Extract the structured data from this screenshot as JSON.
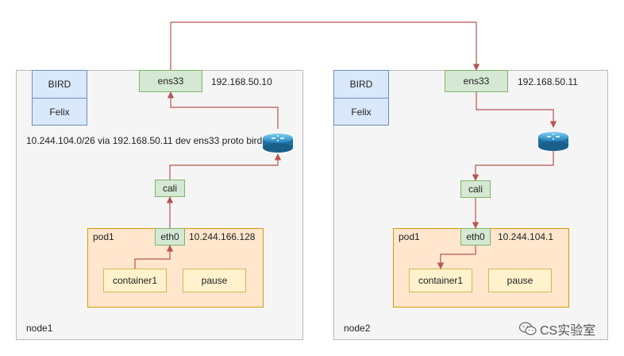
{
  "node1": {
    "label": "node1",
    "bird": "BIRD",
    "felix": "Felix",
    "nic": "ens33",
    "nic_ip": "192.168.50.10",
    "route": "10.244.104.0/26 via 192.168.50.11 dev ens33 proto bird",
    "cali": "cali",
    "pod": {
      "name": "pod1",
      "eth": "eth0",
      "ip": "10.244.166.128",
      "container": "container1",
      "pause": "pause"
    }
  },
  "node2": {
    "label": "node2",
    "bird": "BIRD",
    "felix": "Felix",
    "nic": "ens33",
    "nic_ip": "192.168.50.11",
    "cali": "cali",
    "pod": {
      "name": "pod1",
      "eth": "eth0",
      "ip": "10.244.104.1",
      "container": "container1",
      "pause": "pause"
    }
  },
  "watermark": "CS实验室",
  "colors": {
    "arrow": "#b85450",
    "node_bg": "#f5f5f5",
    "blue_fill": "#dae8fc",
    "green_fill": "#d5e8d4",
    "orange_fill": "#ffe6cc",
    "yellow_fill": "#fff2cc"
  },
  "icons": [
    "router-icon",
    "wechat-icon"
  ]
}
